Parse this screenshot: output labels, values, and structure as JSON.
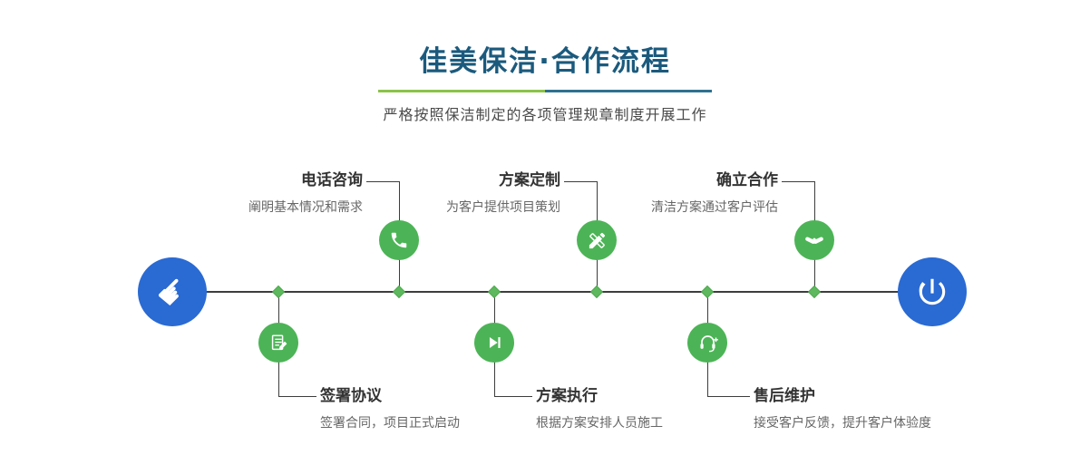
{
  "header": {
    "title": "佳美保洁·合作流程",
    "subtitle": "严格按照保洁制定的各项管理规章制度开展工作"
  },
  "steps_top": [
    {
      "title": "电话咨询",
      "desc": "阐明基本情况和需求",
      "icon": "phone-icon"
    },
    {
      "title": "方案定制",
      "desc": "为客户提供项目策划",
      "icon": "design-tools-icon"
    },
    {
      "title": "确立合作",
      "desc": "清洁方案通过客户评估",
      "icon": "handshake-icon"
    }
  ],
  "steps_bottom": [
    {
      "title": "签署协议",
      "desc": "签署合同，项目正式启动",
      "icon": "contract-icon"
    },
    {
      "title": "方案执行",
      "desc": "根据方案安排人员施工",
      "icon": "play-icon"
    },
    {
      "title": "售后维护",
      "desc": "接受客户反馈，提升客户体验度",
      "icon": "headset-icon"
    }
  ],
  "endpoints": {
    "start_icon": "pointing-hand-icon",
    "end_icon": "power-icon",
    "hand_glyph": "☛"
  },
  "colors": {
    "title": "#1b5a7d",
    "divider_green": "#8bc34a",
    "divider_teal": "#2e7190",
    "step_green": "#4cb456",
    "endpoint_blue": "#2a6ad3"
  }
}
